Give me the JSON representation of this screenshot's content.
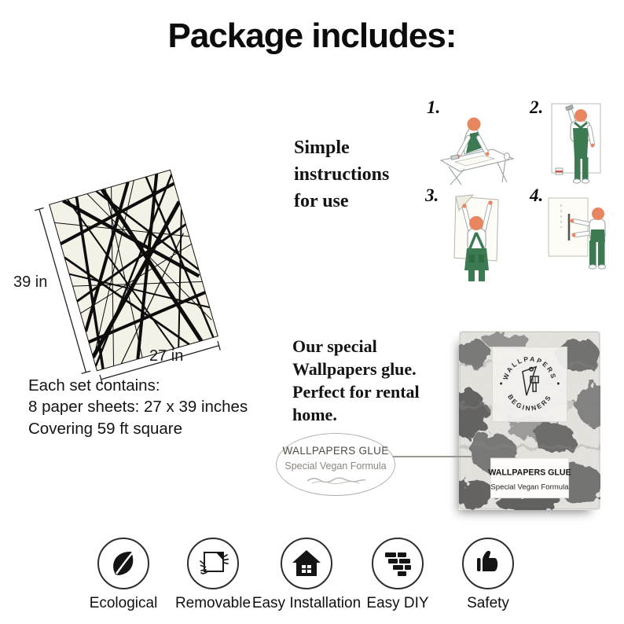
{
  "title": "Package includes:",
  "sheet": {
    "height_label": "39 in",
    "width_label": "27 in",
    "details": [
      "Each set contains:",
      "8 paper sheets: 27 x 39 inches",
      "Covering 59 ft square"
    ]
  },
  "instructions": {
    "heading": [
      "Simple",
      "instructions",
      "for use"
    ],
    "steps": [
      {
        "number": "1."
      },
      {
        "number": "2."
      },
      {
        "number": "3."
      },
      {
        "number": "4."
      }
    ]
  },
  "glue": {
    "description": [
      "Our special",
      "Wallpapers glue.",
      "Perfect for rental",
      "home."
    ],
    "callout": {
      "title": "WALLPAPERS GLUE",
      "subtitle": "Special Vegan Formula"
    },
    "package": {
      "brand_arc_top": "WALLPAPERS",
      "brand_arc_bottom": "BEGINNERS",
      "label_title": "WALLPAPERS GLUE",
      "label_subtitle": "Special Vegan Formula"
    }
  },
  "features": [
    {
      "icon": "leaf-icon",
      "label": "Ecological"
    },
    {
      "icon": "peel-off-icon",
      "label": "Removable"
    },
    {
      "icon": "house-icon",
      "label": "Easy Installation"
    },
    {
      "icon": "bricks-icon",
      "label": "Easy DIY"
    },
    {
      "icon": "thumbs-up-icon",
      "label": "Safety"
    }
  ],
  "colors": {
    "figure_skin": "#E8865F",
    "figure_green": "#3C7B52",
    "ink": "#111111",
    "sheet_cream": "#F4F1E6"
  }
}
